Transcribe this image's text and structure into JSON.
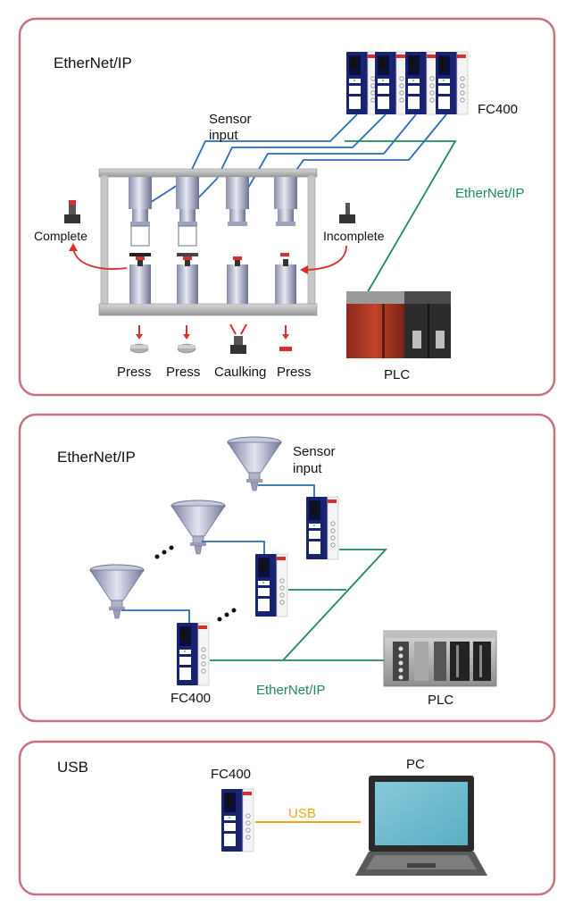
{
  "panel1": {
    "title": "EtherNet/IP",
    "sensor_label_line1": "Sensor",
    "sensor_label_line2": "input",
    "device_label": "FC400",
    "network_label": "EtherNet/IP",
    "complete_label": "Complete",
    "incomplete_label": "Incomplete",
    "stations": [
      "Press",
      "Press",
      "Caulking",
      "Press"
    ],
    "plc_label": "PLC"
  },
  "panel2": {
    "title": "EtherNet/IP",
    "sensor_label_line1": "Sensor",
    "sensor_label_line2": "input",
    "device_label": "FC400",
    "network_label": "EtherNet/IP",
    "plc_label": "PLC"
  },
  "panel3": {
    "title": "USB",
    "device_label": "FC400",
    "pc_label": "PC",
    "link_label": "USB"
  },
  "colors": {
    "panel_border": "#c9707e",
    "ethernet_green": "#1e8a5a",
    "sensor_blue": "#2b6cb8",
    "usb_orange": "#f2a31a",
    "arrow_red": "#d8302a"
  }
}
